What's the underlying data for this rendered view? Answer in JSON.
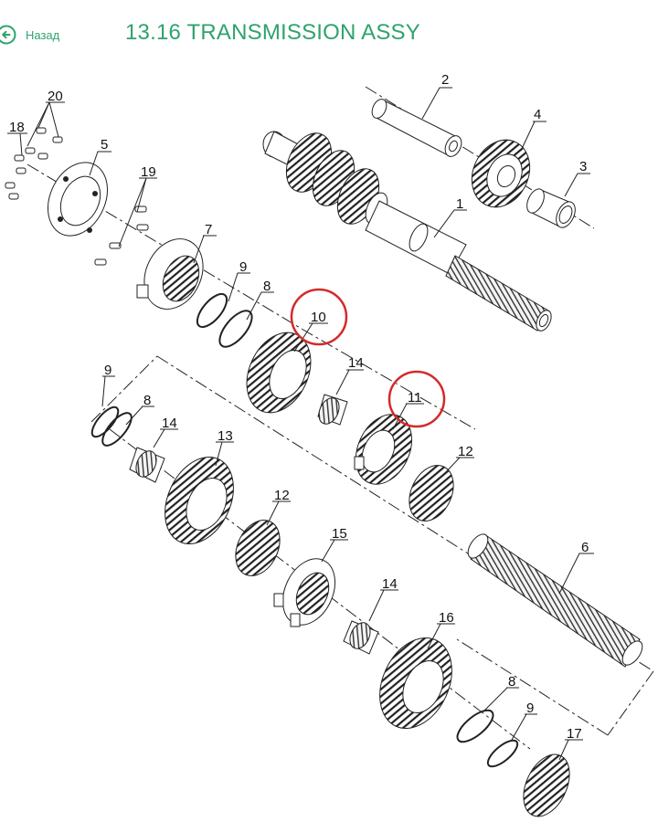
{
  "header": {
    "back_label": "Назад",
    "title": "13.16 TRANSMISSION ASSY",
    "accent_color": "#2fa36c",
    "back_icon": "arrow-left-circle-icon"
  },
  "diagram": {
    "highlight_color": "#d42a2a",
    "highlighted_parts": [
      "10",
      "11"
    ],
    "callouts": {
      "p1": "1",
      "p2": "2",
      "p3": "3",
      "p4": "4",
      "p5": "5",
      "p6": "6",
      "p7": "7",
      "p8a": "8",
      "p8b": "8",
      "p8c": "8",
      "p9a": "9",
      "p9b": "9",
      "p9c": "9",
      "p10": "10",
      "p11": "11",
      "p12a": "12",
      "p12b": "12",
      "p13": "13",
      "p14a": "14",
      "p14b": "14",
      "p14c": "14",
      "p15": "15",
      "p16": "16",
      "p17": "17",
      "p18": "18",
      "p19": "19",
      "p20": "20"
    }
  }
}
